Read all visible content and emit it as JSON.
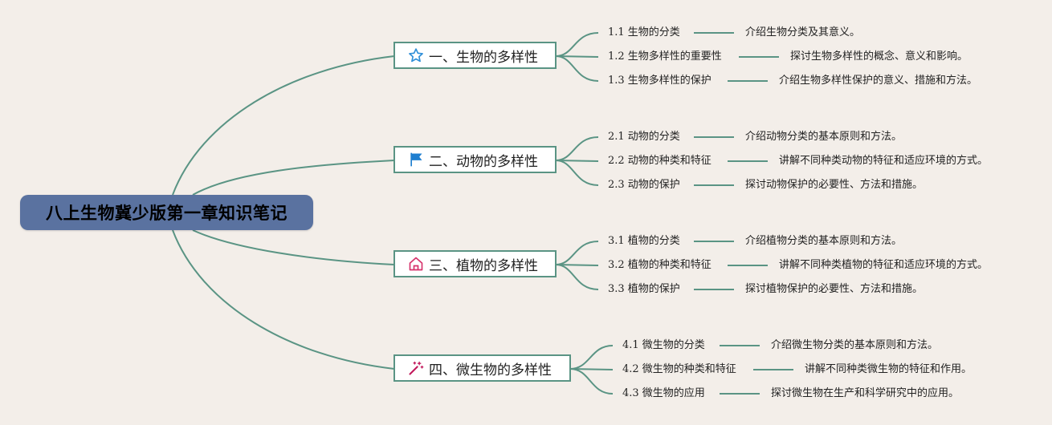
{
  "root": {
    "title": "八上生物冀少版第一章知识笔记"
  },
  "colors": {
    "line": "#5a9484",
    "root_bg": "#5a72a0",
    "background": "#f3eee9"
  },
  "branches": [
    {
      "icon": "star-icon",
      "label": "一、生物的多样性",
      "items": [
        {
          "title": "1.1 生物的分类",
          "desc": "介绍生物分类及其意义。"
        },
        {
          "title": "1.2 生物多样性的重要性",
          "desc": "探讨生物多样性的概念、意义和影响。"
        },
        {
          "title": "1.3 生物多样性的保护",
          "desc": "介绍生物多样性保护的意义、措施和方法。"
        }
      ]
    },
    {
      "icon": "flag-icon",
      "label": "二、动物的多样性",
      "items": [
        {
          "title": "2.1 动物的分类",
          "desc": "介绍动物分类的基本原则和方法。"
        },
        {
          "title": "2.2 动物的种类和特征",
          "desc": "讲解不同种类动物的特征和适应环境的方式。"
        },
        {
          "title": "2.3 动物的保护",
          "desc": "探讨动物保护的必要性、方法和措施。"
        }
      ]
    },
    {
      "icon": "house-icon",
      "label": "三、植物的多样性",
      "items": [
        {
          "title": "3.1 植物的分类",
          "desc": "介绍植物分类的基本原则和方法。"
        },
        {
          "title": "3.2 植物的种类和特征",
          "desc": "讲解不同种类植物的特征和适应环境的方式。"
        },
        {
          "title": "3.3 植物的保护",
          "desc": "探讨植物保护的必要性、方法和措施。"
        }
      ]
    },
    {
      "icon": "magic-wand-icon",
      "label": "四、微生物的多样性",
      "items": [
        {
          "title": "4.1 微生物的分类",
          "desc": "介绍微生物分类的基本原则和方法。"
        },
        {
          "title": "4.2 微生物的种类和特征",
          "desc": "讲解不同种类微生物的特征和作用。"
        },
        {
          "title": "4.3 微生物的应用",
          "desc": "探讨微生物在生产和科学研究中的应用。"
        }
      ]
    }
  ]
}
